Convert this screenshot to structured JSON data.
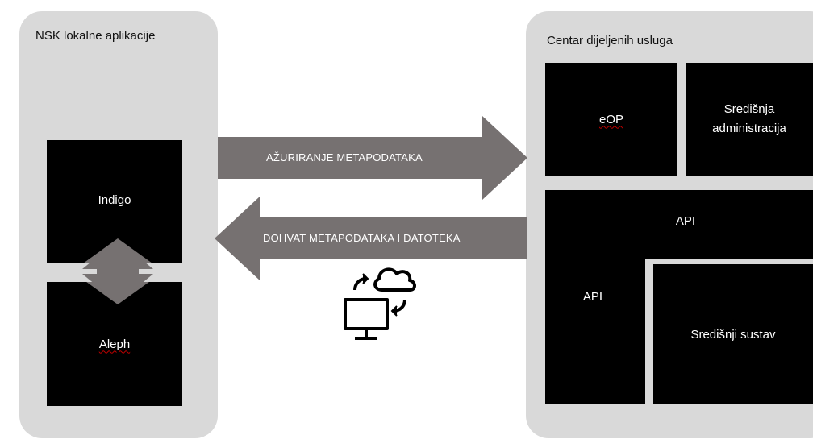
{
  "left_panel": {
    "title": "NSK lokalne aplikacije",
    "indigo": "Indigo",
    "aleph": "Aleph"
  },
  "right_panel": {
    "title": "Centar dijeljenih usluga",
    "eop": "eOP",
    "admin_line1": "Središnja",
    "admin_line2": "administracija",
    "api_top": "API",
    "api_left": "API",
    "core": "Središnji sustav"
  },
  "arrows": {
    "update_label": "AŽURIRANJE METAPODATAKA",
    "fetch_label": "DOHVAT METAPODATAKA I DATOTEKA"
  },
  "colors": {
    "panel": "#d9d9d9",
    "box": "#000000",
    "arrow": "#767171",
    "text_light": "#ffffff"
  },
  "icons": {
    "sync": "computer-cloud-sync-icon"
  }
}
